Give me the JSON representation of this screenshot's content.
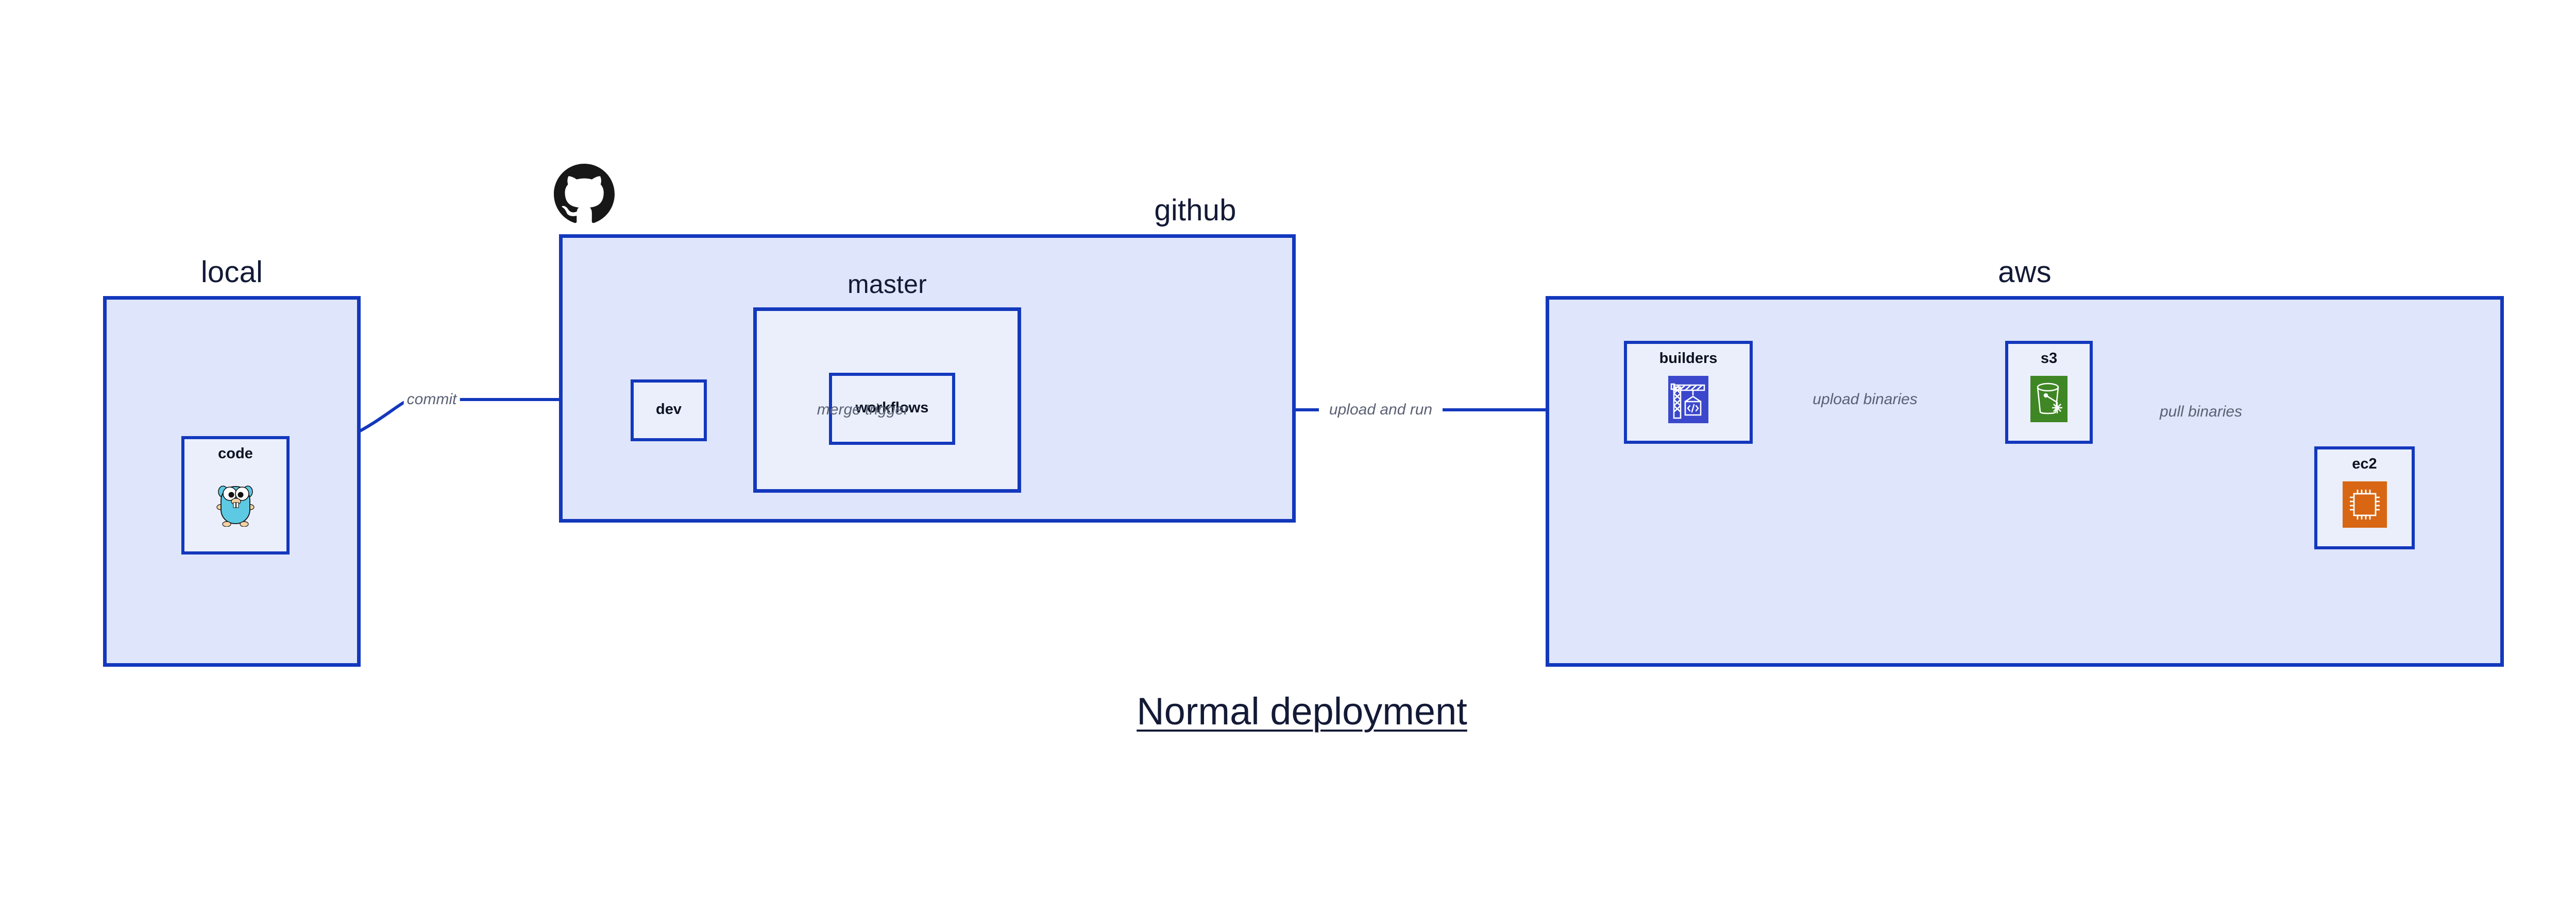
{
  "title": "Normal deployment",
  "colors": {
    "group_fill": "#dfe5fa",
    "group_border": "#1338bd",
    "node_fill": "#eaeffb",
    "arrow": "#1338bd",
    "label_text": "#5a6175",
    "title_text": "#131a36",
    "builders_icon_bg": "#3b48cc",
    "s3_icon_bg": "#3f8624",
    "ec2_icon_bg": "#d86613",
    "github_logo": "#181717",
    "gopher_body": "#5dc9e2"
  },
  "groups": [
    {
      "id": "local",
      "label": "local"
    },
    {
      "id": "github",
      "label": "github"
    },
    {
      "id": "aws",
      "label": "aws"
    }
  ],
  "subgroups": [
    {
      "id": "master",
      "label": "master",
      "parent": "github"
    }
  ],
  "nodes": [
    {
      "id": "code",
      "label": "code",
      "icon": "go-gopher-icon",
      "parent": "local"
    },
    {
      "id": "dev",
      "label": "dev",
      "icon": null,
      "parent": "github"
    },
    {
      "id": "workflows",
      "label": "workflows",
      "icon": null,
      "parent": "master"
    },
    {
      "id": "builders",
      "label": "builders",
      "icon": "aws-builders-crane-icon",
      "parent": "aws"
    },
    {
      "id": "s3",
      "label": "s3",
      "icon": "aws-s3-bucket-icon",
      "parent": "aws"
    },
    {
      "id": "ec2",
      "label": "ec2",
      "icon": "aws-ec2-chip-icon",
      "parent": "aws"
    }
  ],
  "edges": [
    {
      "id": "code-dev",
      "from": "code",
      "to": "dev",
      "label": "commit",
      "style": "curved"
    },
    {
      "id": "dev-workflows",
      "from": "dev",
      "to": "workflows",
      "label": "merge trigger",
      "style": "straight"
    },
    {
      "id": "workflows-builders",
      "from": "workflows",
      "to": "builders",
      "label": "upload and run",
      "style": "straight"
    },
    {
      "id": "builders-s3",
      "from": "builders",
      "to": "s3",
      "label": "upload binaries",
      "style": "straight"
    },
    {
      "id": "s3-ec2",
      "from": "s3",
      "to": "ec2",
      "label": "pull binaries",
      "style": "curved"
    }
  ],
  "logos": [
    {
      "id": "github-logo",
      "icon": "github-octocat-icon"
    }
  ]
}
